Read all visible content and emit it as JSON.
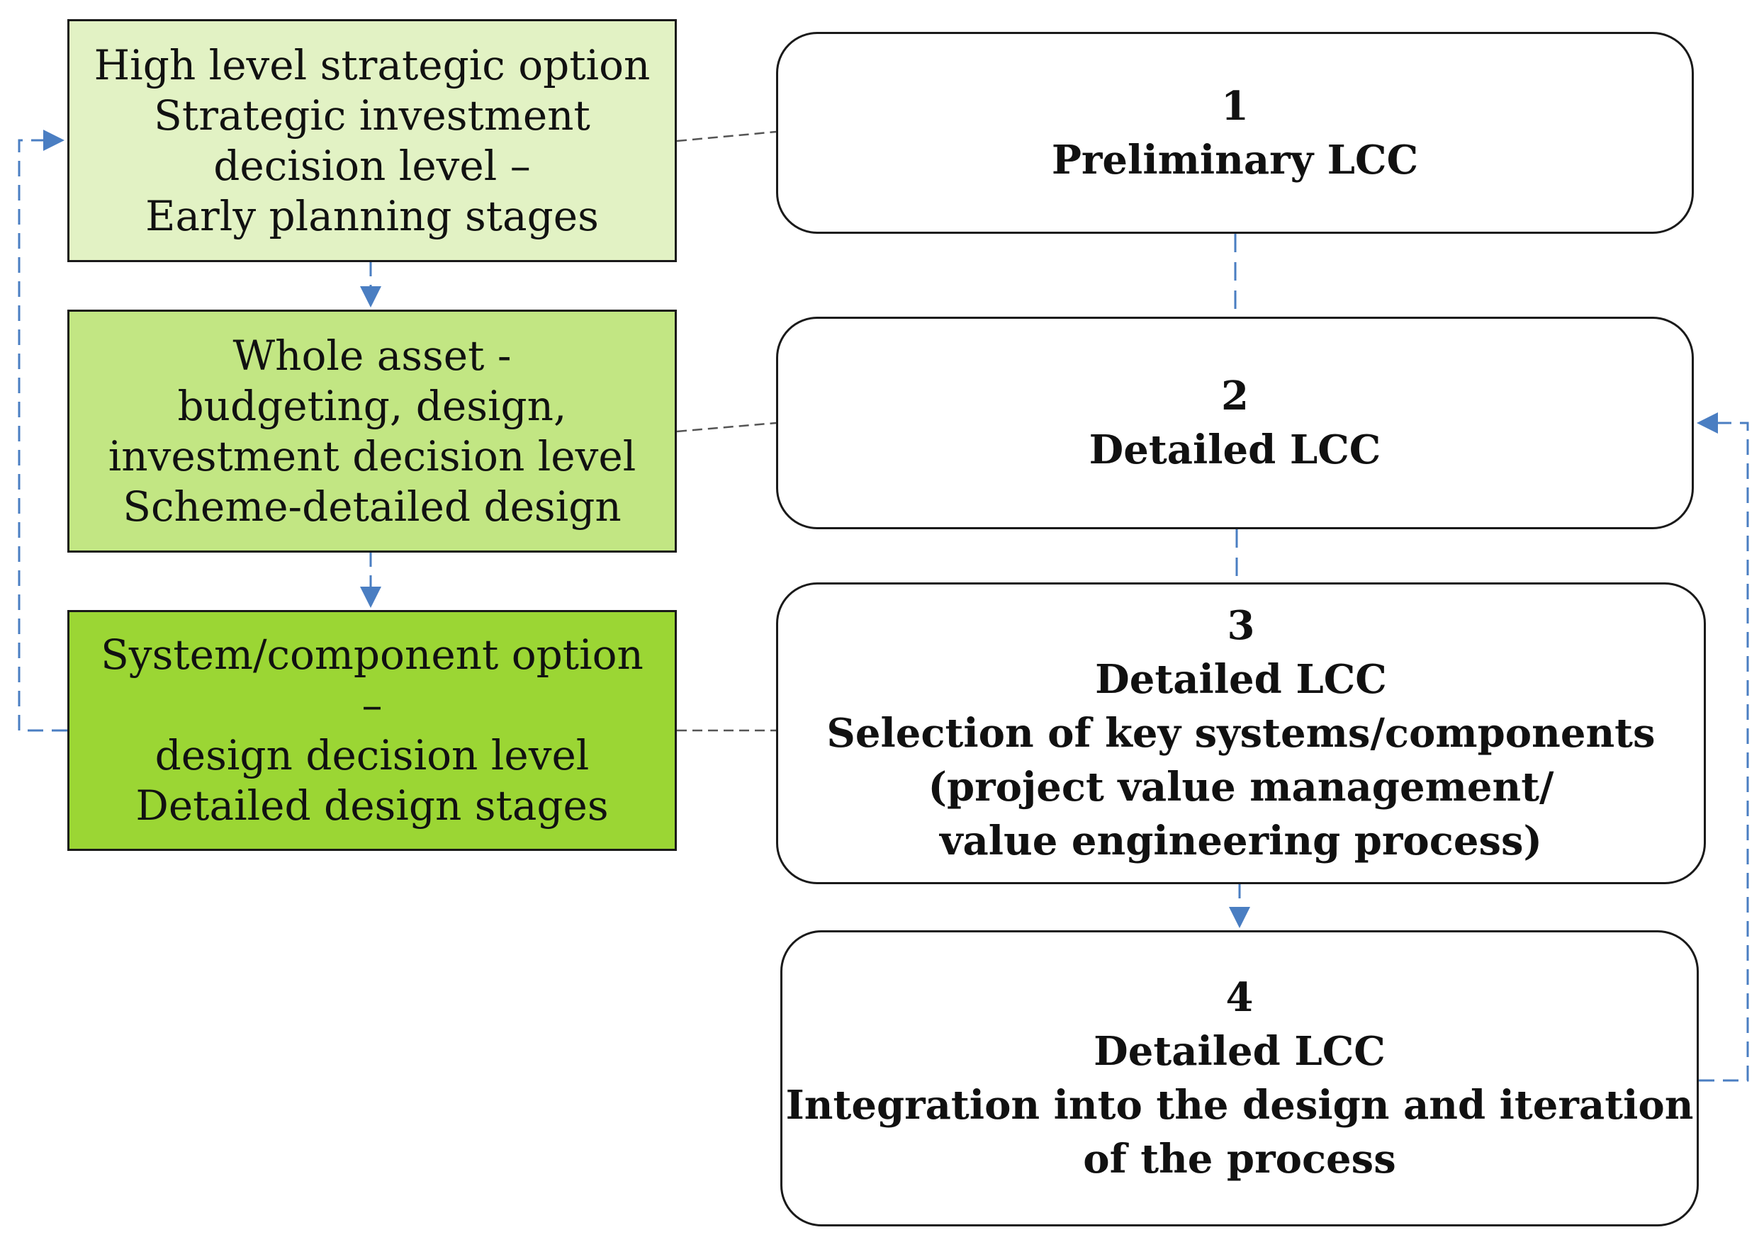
{
  "left_boxes": [
    {
      "lines": [
        "High level strategic option",
        "Strategic investment",
        "decision level –",
        "Early planning stages"
      ],
      "fill": "#e2f2c4"
    },
    {
      "lines": [
        "Whole asset -",
        "budgeting, design,",
        "investment decision level",
        "Scheme-detailed design"
      ],
      "fill": "#c2e683"
    },
    {
      "lines": [
        "System/component option",
        "–",
        "design decision level",
        "Detailed design stages"
      ],
      "fill": "#9bd634"
    }
  ],
  "right_boxes": [
    {
      "number": "1",
      "lines": [
        "Preliminary LCC"
      ]
    },
    {
      "number": "2",
      "lines": [
        "Detailed LCC"
      ]
    },
    {
      "number": "3",
      "lines": [
        "Detailed LCC",
        "Selection of key systems/components",
        "(project value management/",
        "value engineering process)"
      ]
    },
    {
      "number": "4",
      "lines": [
        "Detailed LCC",
        "Integration into the design and iteration",
        "of the process"
      ]
    }
  ],
  "colors": {
    "arrow": "#4a7ec2",
    "connector": "#555555",
    "border": "#1a1a1a"
  }
}
